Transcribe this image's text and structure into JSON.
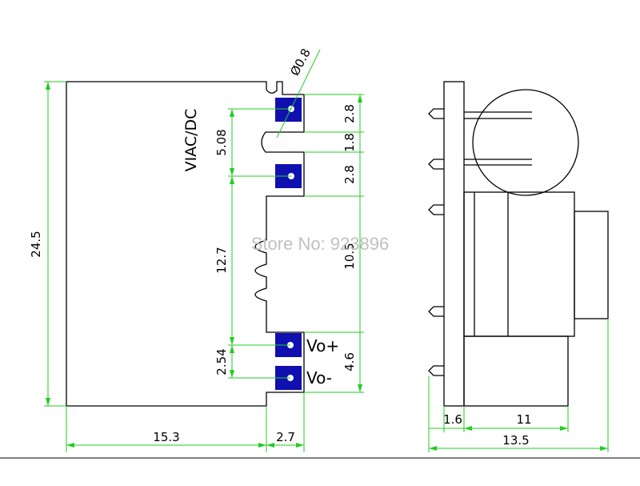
{
  "colors": {
    "outline": "#000000",
    "dimension": "#22cc22",
    "pad": "#1010b0",
    "pad_hole": "#ffffff",
    "watermark": "#c0c0c0"
  },
  "watermark": "Store No: 923896",
  "labels": {
    "input": "VIAC/DC",
    "vout_pos": "Vo+",
    "vout_neg": "Vo-",
    "hole_dia": "Ø0.8"
  },
  "front_view": {
    "height": "24.5",
    "width_main": "15.3",
    "width_tab": "2.7",
    "pin_pitch_in": "5.08",
    "seg_top": "2.8",
    "seg_slot": "1.8",
    "seg_pin2": "2.8",
    "spacing_in_out": "12.7",
    "seg_mid": "10.5",
    "pin_pitch_out": "2.54",
    "seg_bottom": "4.6"
  },
  "side_view": {
    "pin_len": "1.6",
    "body_len": "11",
    "total_len": "13.5"
  }
}
